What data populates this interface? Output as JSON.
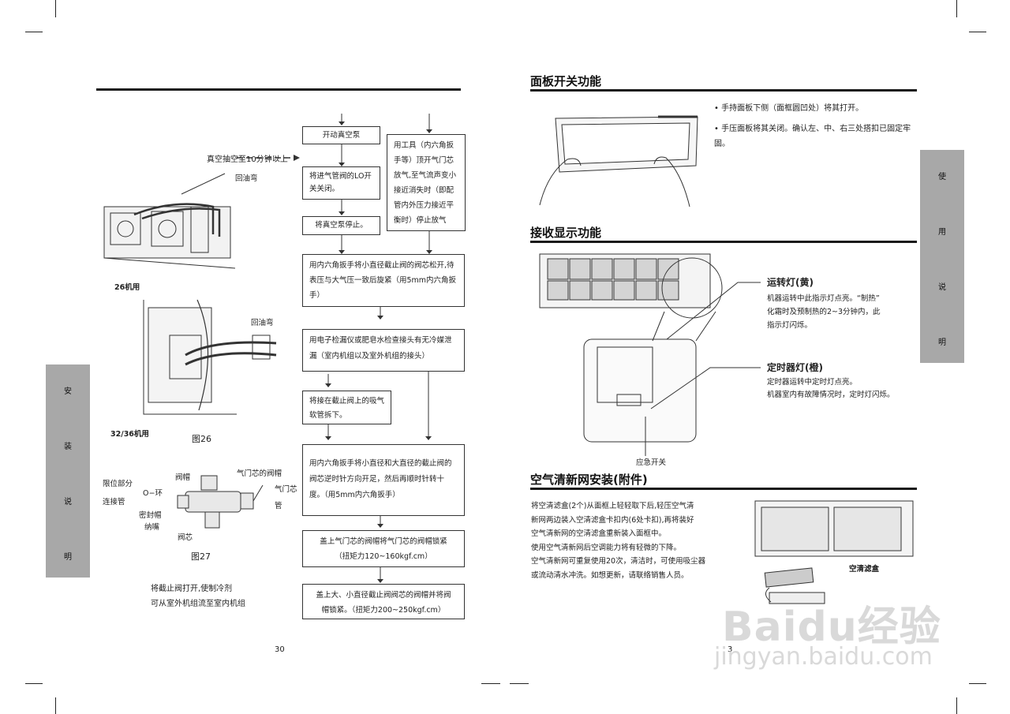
{
  "left_page": {
    "flow": {
      "start_vacuum": "开动真空泵",
      "vacuum_time": "真空抽空至10分钟以上",
      "close_lo": "将进气管阀的LO开关关闭。",
      "stop_vacuum": "将真空泵停止。",
      "tool_step": "用工具（内六角扳手等）顶开气门芯放气,至气流声变小接近消失时（即配管内外压力接近平衡时）停止放气",
      "hex_small": "用内六角扳手将小直径截止阀的阀芯松开,待表压与大气压一致后旋紧（用5mm内六角扳手）",
      "leak_check": "用电子检漏仪或肥皂水检查接头有无冷媒泄漏（室内机组以及室外机组的接头）",
      "remove_hose": "将接在截止阀上的吸气软管拆下。",
      "open_valves": "用内六角扳手将小直径和大直径的截止阀的阀芯逆时针方向开足，然后再顺时针转十度。（用5mm内六角扳手）",
      "cap_gas": "盖上气门芯的阀帽将气门芯的阀帽锁紧（扭矩力120~160kgf.cm）",
      "cap_valves": "盖上大、小直径截止阀阀芯的阀帽并将阀帽锁紧。（扭矩力200~250kgf.cm）"
    },
    "fig_labels": {
      "oil_bend_1": "回油弯",
      "model_26": "26机用",
      "oil_bend_2": "回油弯",
      "model_3236": "32/36机用",
      "fig26": "图26",
      "valve_cap": "阀帽",
      "gas_core_cap": "气门芯的阀帽",
      "limit_part": "限位部分",
      "o_ring": "O−环",
      "gas_core": "气门芯",
      "connect_pipe": "连接管",
      "pipe": "管",
      "seal_cap": "密封帽",
      "nut": "纳嘴",
      "valve_core": "阀芯",
      "fig27": "图27"
    },
    "note_line1": "将截止阀打开,使制冷剂",
    "note_line2": "可从室外机组流至室内机组",
    "side_tab": [
      "安",
      "装",
      "说",
      "明"
    ],
    "page_number": "30"
  },
  "right_page": {
    "panel_title": "面板开关功能",
    "panel_bullets": [
      "手持面板下侧（面框圆凹处）将其打开。",
      "手压面板将其关闭。确认左、中、右三处搭扣已固定牢固。"
    ],
    "display_title": "接收显示功能",
    "run_light_title": "运转灯(黄)",
    "run_light_desc": [
      "机器运转中此指示灯点亮。“制热”",
      "化霜时及预制热的2~3分钟内，此",
      "指示灯闪烁。"
    ],
    "timer_light_title": "定时器灯(橙)",
    "timer_light_desc": [
      "定时器运转中定时灯点亮。",
      "机器室内有故障情况时，定时灯闪烁。"
    ],
    "emergency_switch": "应急开关",
    "filter_title": "空气清新网安装(附件)",
    "filter_bullets": [
      "将空清滤盒(2个)从面框上轻轻取下后,轻压空气清",
      "新网两边装入空清滤盒卡扣内(6处卡扣),再将装好",
      "空气清新网的空清滤盒重新装入面框中。",
      "使用空气清新网后空调能力将有轻微的下降。",
      "空气清新网可重复使用20次，清洁时，可使用吸尘器",
      "或流动清水冲洗。如想更新，请联络销售人员。"
    ],
    "filter_box_label": "空清滤盒",
    "side_tab": [
      "使",
      "用",
      "说",
      "明"
    ],
    "page_number": "3",
    "watermark_brand": "Baidu经验",
    "watermark_url": "jingyan.baidu.com"
  }
}
